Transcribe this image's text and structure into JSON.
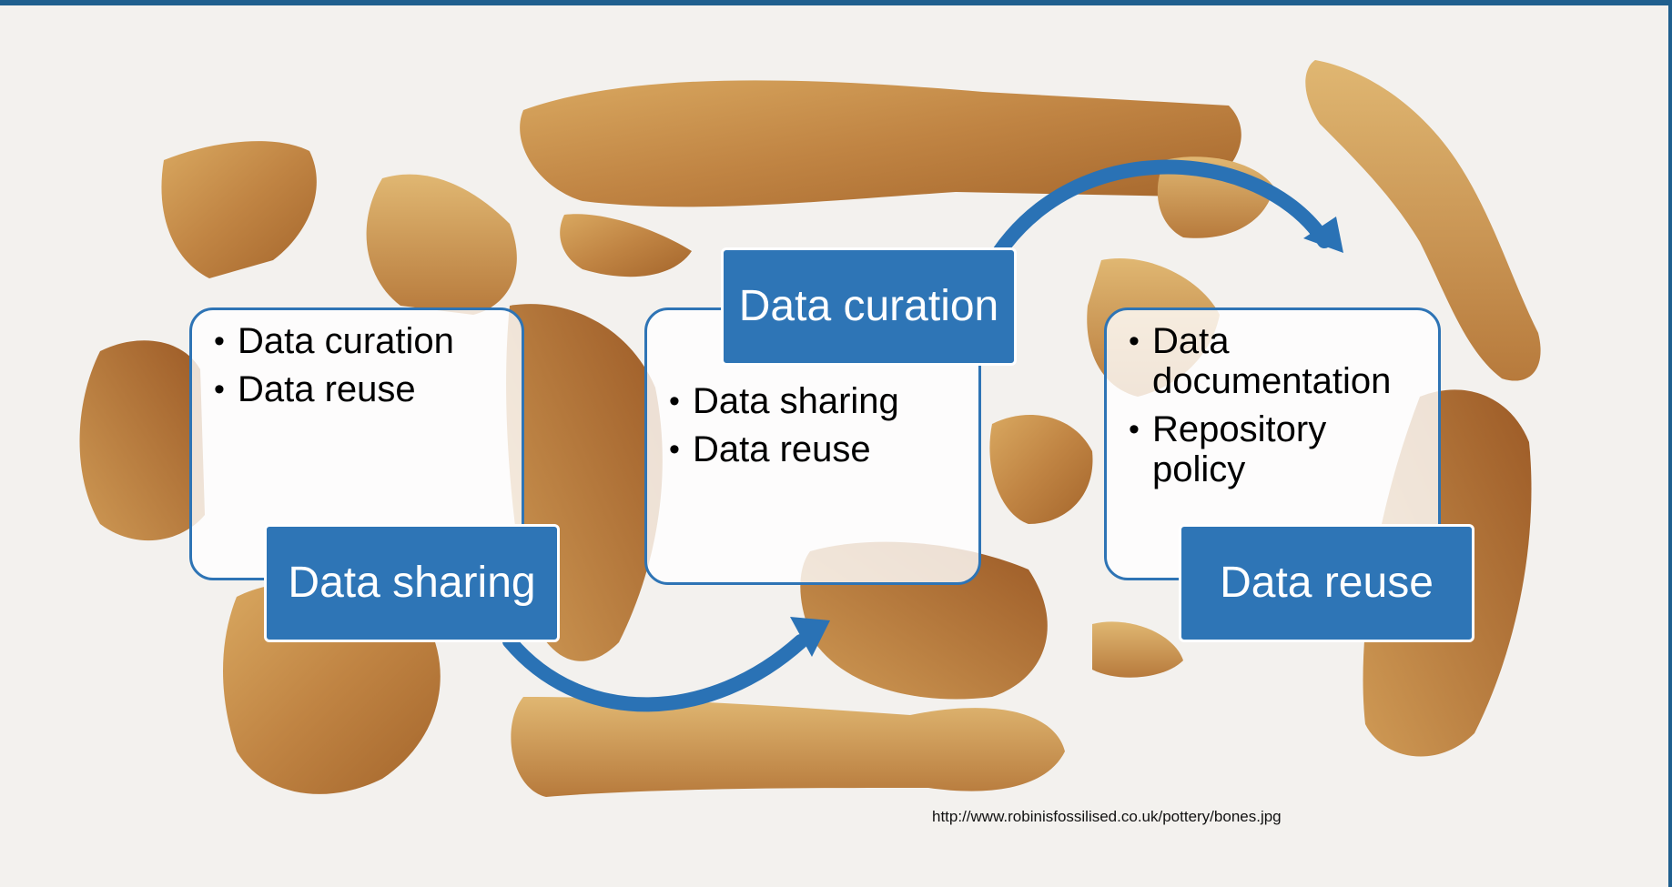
{
  "colors": {
    "accent_blue": "#2e75b6",
    "frame_blue": "#1f5f8e",
    "box_border": "#2e74b5",
    "bone": "#c9954f",
    "background": "#f3f1ee"
  },
  "stages": [
    {
      "label": "Data sharing",
      "bullets": [
        "Data curation",
        "Data reuse"
      ]
    },
    {
      "label": "Data curation",
      "bullets": [
        "Data sharing",
        "Data reuse"
      ]
    },
    {
      "label": "Data reuse",
      "bullets": [
        "Data documentation",
        "Repository policy"
      ]
    }
  ],
  "image_credit": "http://www.robinisfossilised.co.uk/pottery/bones.jpg",
  "icons": [
    "bones-photo",
    "curved-arrow-icon"
  ]
}
